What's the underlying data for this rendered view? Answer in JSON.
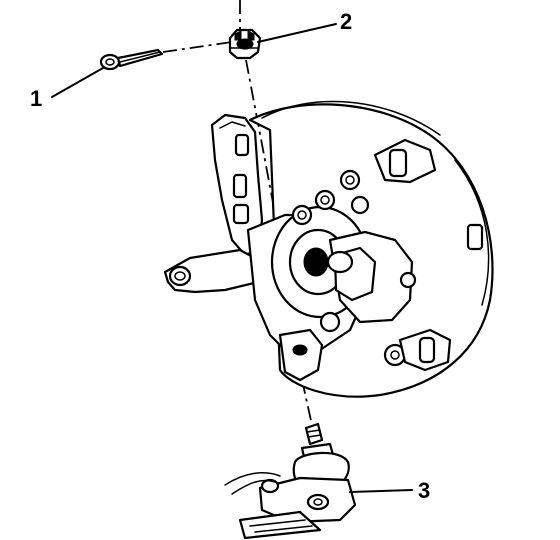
{
  "callouts": [
    {
      "id": "1",
      "label": "1"
    },
    {
      "id": "2",
      "label": "2"
    },
    {
      "id": "3",
      "label": "3"
    }
  ],
  "parts": {
    "cotter_pin": "cotter-pin",
    "castle_nut": "castle-nut",
    "ball_joint": "lower-ball-joint",
    "knuckle": "steering-knuckle-hub-assembly"
  }
}
